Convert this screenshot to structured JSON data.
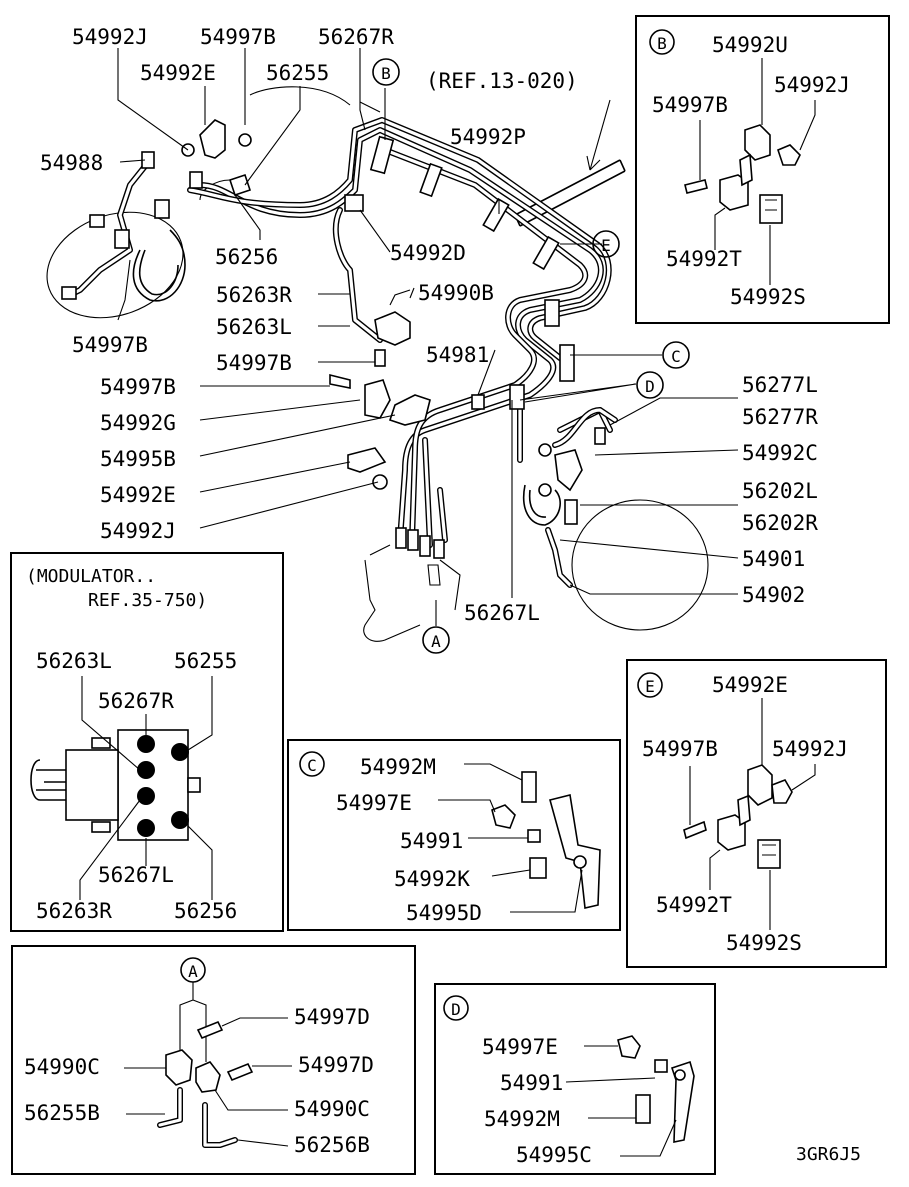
{
  "main": {
    "labels": {
      "p54992J_top": "54992J",
      "p54997B_top": "54997B",
      "p56267R_top": "56267R",
      "p54992E_top": "54992E",
      "p56255_top": "56255",
      "p54988": "54988",
      "p56256": "56256",
      "p54997B_left": "54997B",
      "p54992D": "54992D",
      "p54990B": "54990B",
      "p56263R": "56263R",
      "p56263L": "56263L",
      "p54997B_mid": "54997B",
      "p54981": "54981",
      "p54997B_low": "54997B",
      "p54992G": "54992G",
      "p54995B": "54995B",
      "p54992E_low": "54992E",
      "p54992J_low": "54992J",
      "p54992P": "54992P",
      "p56277L": "56277L",
      "p56277R": "56277R",
      "p54992C": "54992C",
      "p56202L": "56202L",
      "p56202R": "56202R",
      "p54901": "54901",
      "p54902": "54902",
      "p56267L": "56267L",
      "ref_13": "(REF.13-020)"
    },
    "callouts": {
      "A": "A",
      "B": "B",
      "C": "C",
      "D": "D",
      "E": "E"
    }
  },
  "detail_b": {
    "id": "B",
    "labels": {
      "p54992U": "54992U",
      "p54992J": "54992J",
      "p54997B": "54997B",
      "p54992T": "54992T",
      "p54992S": "54992S"
    }
  },
  "modulator": {
    "ref_line1": "(MODULATOR..",
    "ref_line2": "REF.35-750)",
    "labels": {
      "p56263L": "56263L",
      "p56255": "56255",
      "p56267R": "56267R",
      "p56267L": "56267L",
      "p56263R": "56263R",
      "p56256": "56256"
    }
  },
  "detail_c": {
    "id": "C",
    "labels": {
      "p54992M": "54992M",
      "p54997E": "54997E",
      "p54991": "54991",
      "p54992K": "54992K",
      "p54995D": "54995D"
    }
  },
  "detail_e": {
    "id": "E",
    "labels": {
      "p54992E": "54992E",
      "p54992J": "54992J",
      "p54997B": "54997B",
      "p54992T": "54992T",
      "p54992S": "54992S"
    }
  },
  "detail_a": {
    "id": "A",
    "labels": {
      "p54997D_1": "54997D",
      "p54990C_1": "54990C",
      "p54997D_2": "54997D",
      "p56255B": "56255B",
      "p54990C_2": "54990C",
      "p56256B": "56256B"
    }
  },
  "detail_d": {
    "id": "D",
    "labels": {
      "p54997E": "54997E",
      "p54991": "54991",
      "p54992M": "54992M",
      "p54995C": "54995C"
    }
  },
  "footer": {
    "code": "3GR6J5"
  }
}
